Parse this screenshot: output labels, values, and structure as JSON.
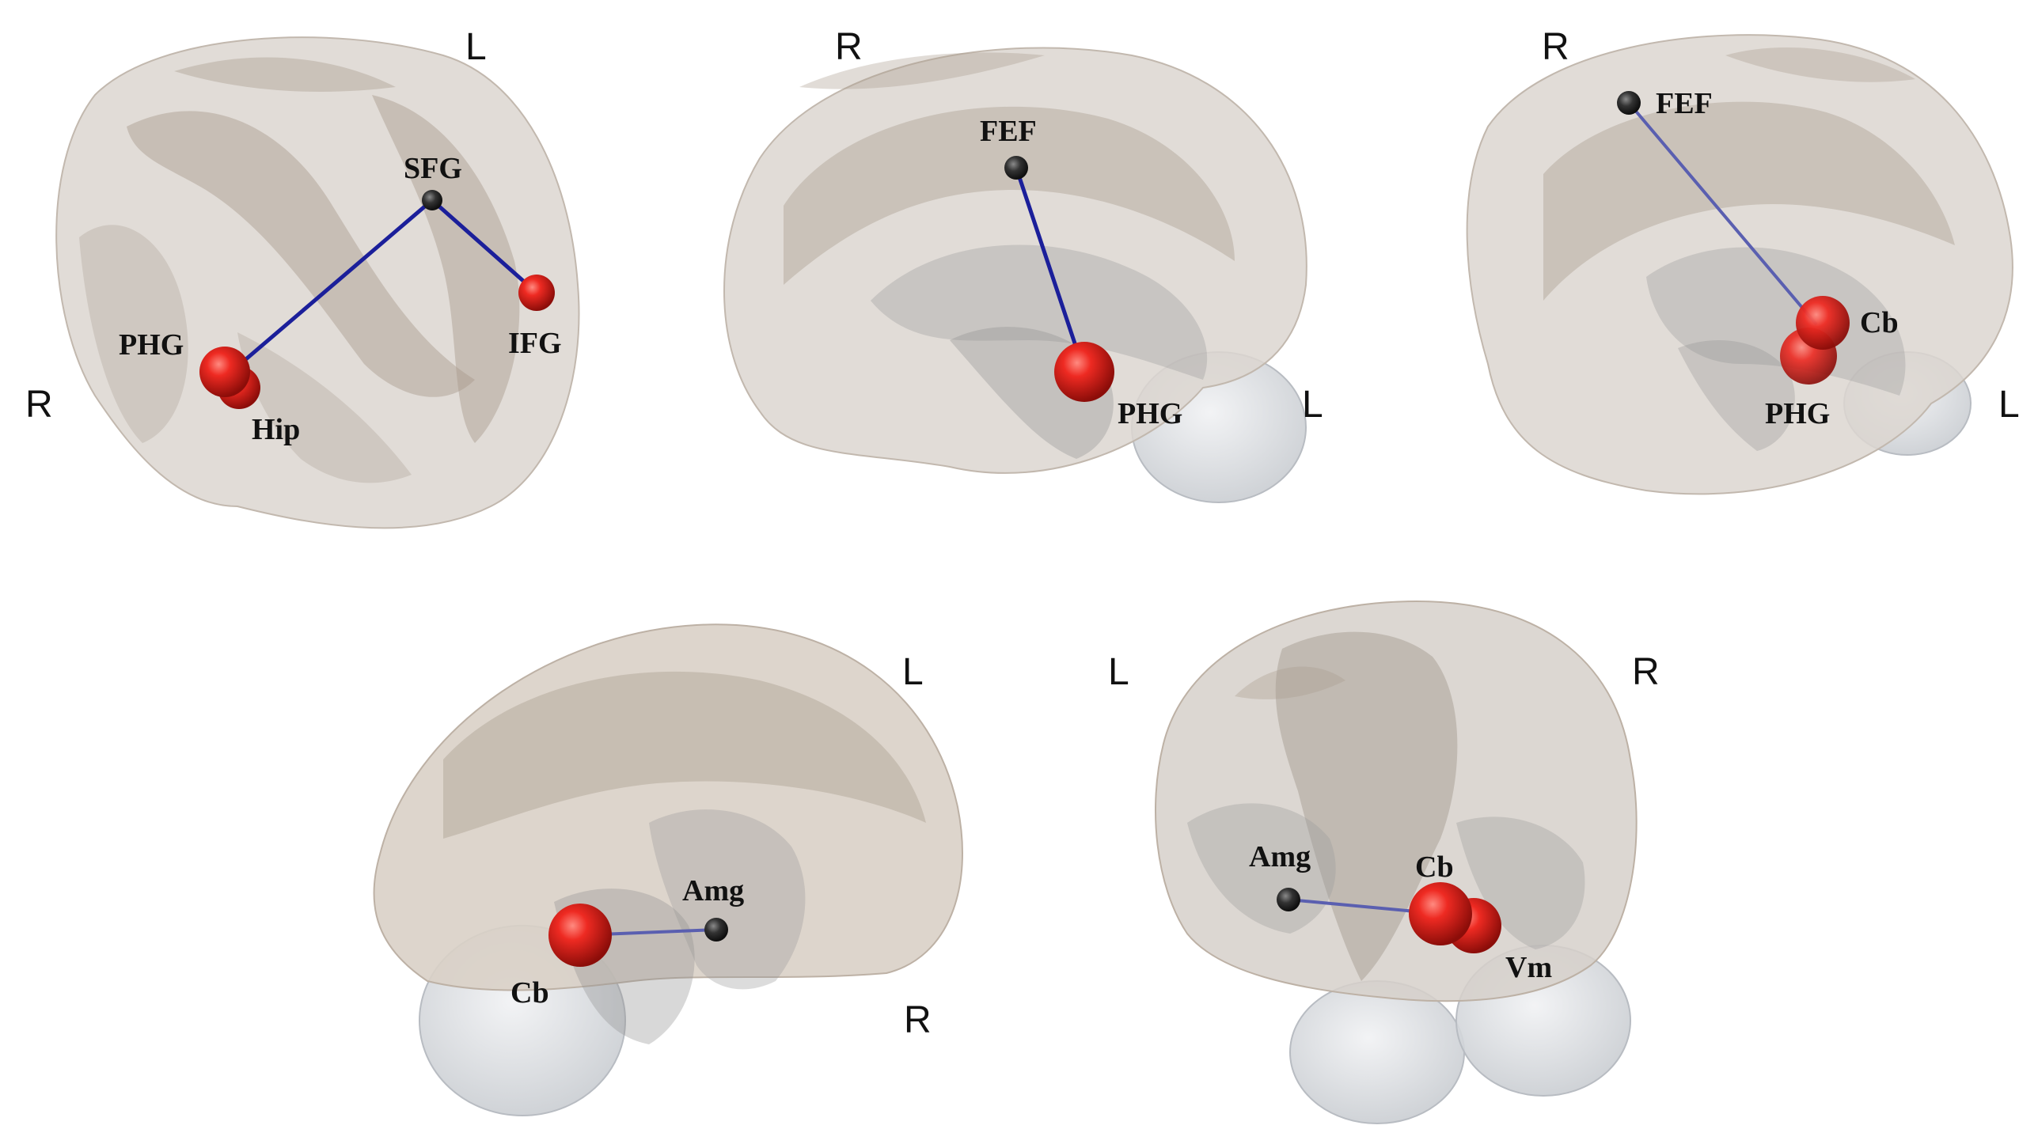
{
  "colors": {
    "brain_fill": "#cfc6bd",
    "brain_edge": "#b9aea3",
    "gyrus_fill": "#a89a8c",
    "deep_fill": "#9a9a9a",
    "cerebellum_fill": "#d7dadd",
    "node_red": "#e8201c",
    "node_dark": "#2a2a2a",
    "edge_blue": "#1b1f9a",
    "edge_faint": "#5a5fb0"
  },
  "views": [
    {
      "id": "view-1",
      "orientation": {
        "top": "L",
        "side": "R"
      },
      "nodes": [
        {
          "id": "sfg",
          "label": "SFG",
          "kind": "dark"
        },
        {
          "id": "ifg",
          "label": "IFG",
          "kind": "red"
        },
        {
          "id": "phg",
          "label": "PHG",
          "kind": "red"
        },
        {
          "id": "hip",
          "label": "Hip",
          "kind": "red"
        }
      ],
      "edges": [
        [
          "sfg",
          "phg"
        ],
        [
          "sfg",
          "ifg"
        ]
      ]
    },
    {
      "id": "view-2",
      "orientation": {
        "top": "R",
        "side": "L"
      },
      "nodes": [
        {
          "id": "fef",
          "label": "FEF",
          "kind": "dark"
        },
        {
          "id": "phg",
          "label": "PHG",
          "kind": "red"
        }
      ],
      "edges": [
        [
          "fef",
          "phg"
        ]
      ]
    },
    {
      "id": "view-3",
      "orientation": {
        "top": "R",
        "side": "L"
      },
      "nodes": [
        {
          "id": "fef",
          "label": "FEF",
          "kind": "dark"
        },
        {
          "id": "cb",
          "label": "Cb",
          "kind": "red"
        },
        {
          "id": "phg",
          "label": "PHG",
          "kind": "red"
        }
      ],
      "edges": [
        [
          "fef",
          "cb"
        ]
      ]
    },
    {
      "id": "view-4",
      "orientation": {
        "top": "L",
        "side": "R"
      },
      "nodes": [
        {
          "id": "amg",
          "label": "Amg",
          "kind": "dark"
        },
        {
          "id": "cb",
          "label": "Cb",
          "kind": "red"
        }
      ],
      "edges": [
        [
          "cb",
          "amg"
        ]
      ]
    },
    {
      "id": "view-5",
      "orientation": {
        "left": "L",
        "right": "R"
      },
      "nodes": [
        {
          "id": "amg",
          "label": "Amg",
          "kind": "dark"
        },
        {
          "id": "cb",
          "label": "Cb",
          "kind": "red"
        },
        {
          "id": "vm",
          "label": "Vm",
          "kind": "red"
        }
      ],
      "edges": [
        [
          "amg",
          "cb"
        ]
      ]
    }
  ]
}
